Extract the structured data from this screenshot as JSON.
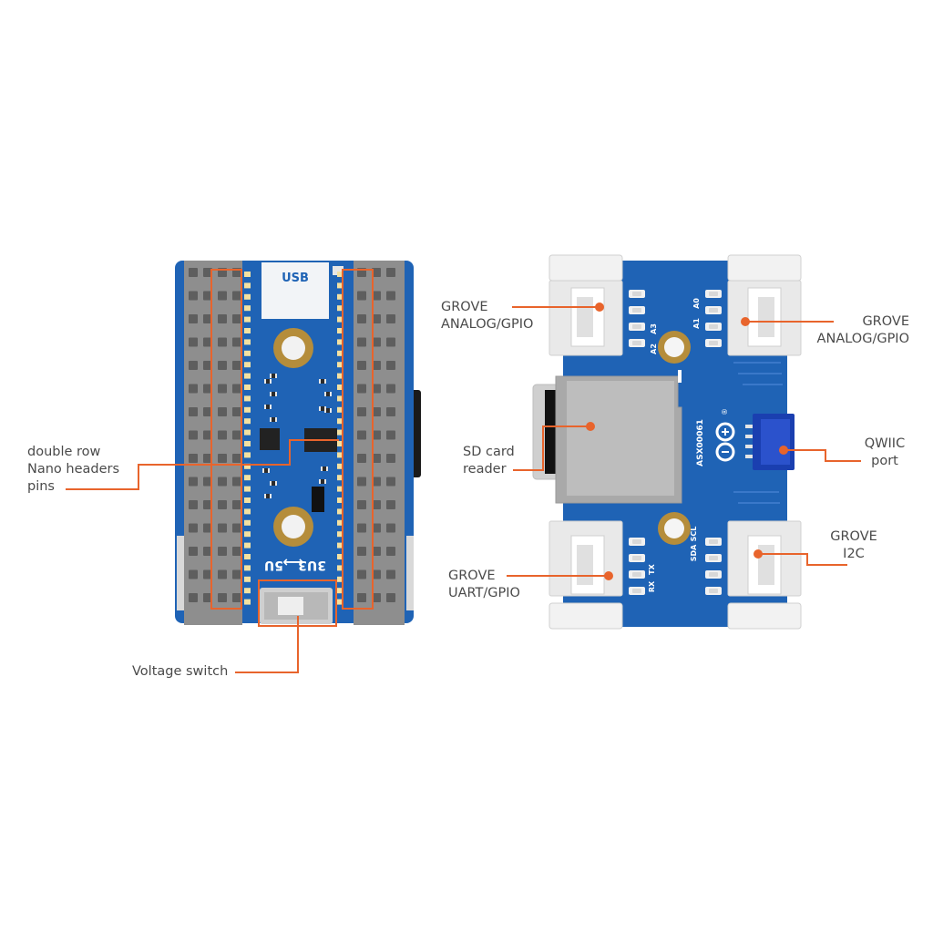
{
  "accent_color": "#e8642c",
  "board_color": "#1f63b5",
  "left_board": {
    "usb_label": "USB",
    "label_5v": "5U",
    "label_3v3": "3U3",
    "arrow_glyph": "⟷"
  },
  "right_board": {
    "part_number": "ASX00061",
    "pin_labels": {
      "a0": "A0",
      "a1": "A1",
      "a2": "A2",
      "a3": "A3",
      "sda": "SDA",
      "scl": "SCL",
      "rx": "RX",
      "tx": "TX"
    },
    "registered_mark": "®"
  },
  "callouts": {
    "headers": [
      "double row",
      "Nano headers",
      "pins"
    ],
    "voltage_switch": [
      "Voltage switch"
    ],
    "grove_analog_left": [
      "GROVE",
      "ANALOG/GPIO"
    ],
    "grove_analog_right": [
      "GROVE",
      "ANALOG/GPIO"
    ],
    "sd_card": [
      "SD card",
      "reader"
    ],
    "qwiic": [
      "QWIIC",
      "port"
    ],
    "grove_uart": [
      "GROVE",
      "UART/GPIO"
    ],
    "grove_i2c": [
      "GROVE",
      "I2C"
    ]
  }
}
